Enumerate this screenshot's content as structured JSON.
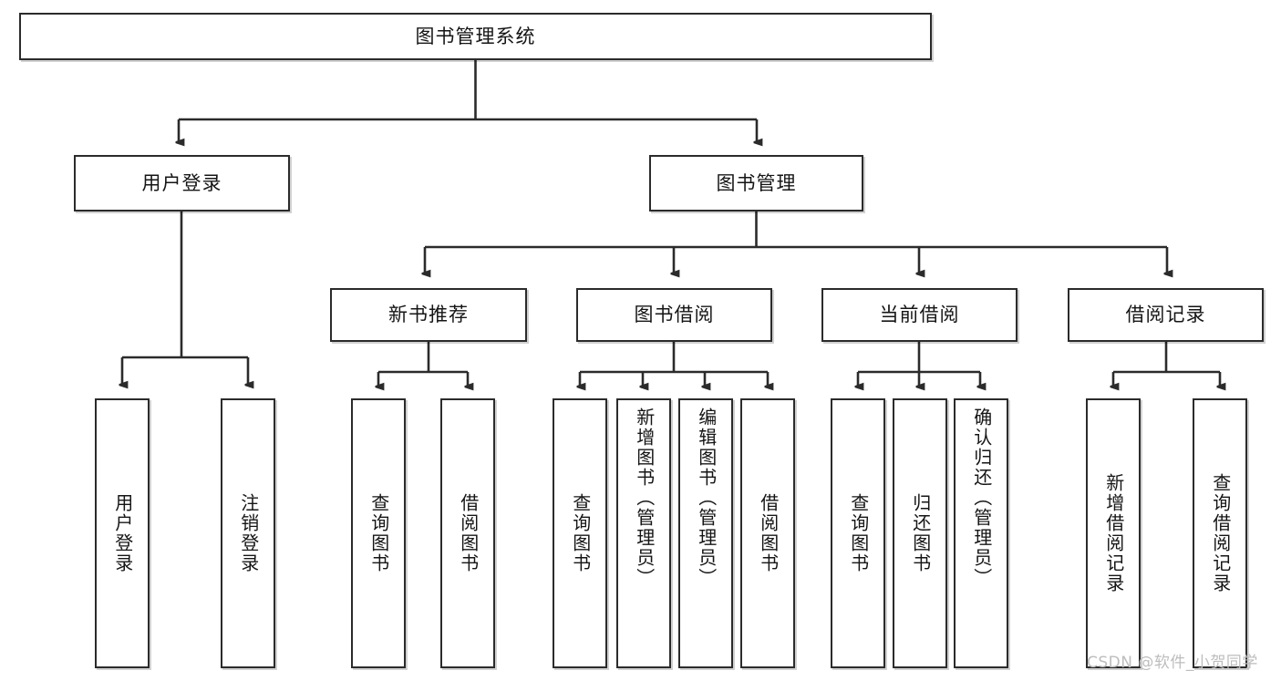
{
  "diagram": {
    "title": "图书管理系统",
    "type": "hierarchy-tree",
    "watermark": "CSDN @软件_小贺同学",
    "colors": {
      "box_border": "#2b2b2b",
      "box_fill": "#ffffff",
      "connector": "#2b2b2b",
      "text": "#151515",
      "watermark": "#bdbdbd"
    },
    "root": {
      "label": "图书管理系统"
    },
    "level2": [
      {
        "label": "用户登录"
      },
      {
        "label": "图书管理"
      }
    ],
    "level3": [
      {
        "label": "新书推荐"
      },
      {
        "label": "图书借阅"
      },
      {
        "label": "当前借阅"
      },
      {
        "label": "借阅记录"
      }
    ],
    "leaves": {
      "user_login": [
        {
          "label": "用户登录"
        },
        {
          "label": "注销登录"
        }
      ],
      "new_book": [
        {
          "label": "查询图书"
        },
        {
          "label": "借阅图书"
        }
      ],
      "book_borrow": [
        {
          "label": "查询图书"
        },
        {
          "label": "新增图书（管理员）"
        },
        {
          "label": "编辑图书（管理员）"
        },
        {
          "label": "借阅图书"
        }
      ],
      "current_borrow": [
        {
          "label": "查询图书"
        },
        {
          "label": "归还图书"
        },
        {
          "label": "确认归还（管理员）"
        }
      ],
      "borrow_record": [
        {
          "label": "新增借阅记录"
        },
        {
          "label": "查询借阅记录"
        }
      ]
    }
  }
}
